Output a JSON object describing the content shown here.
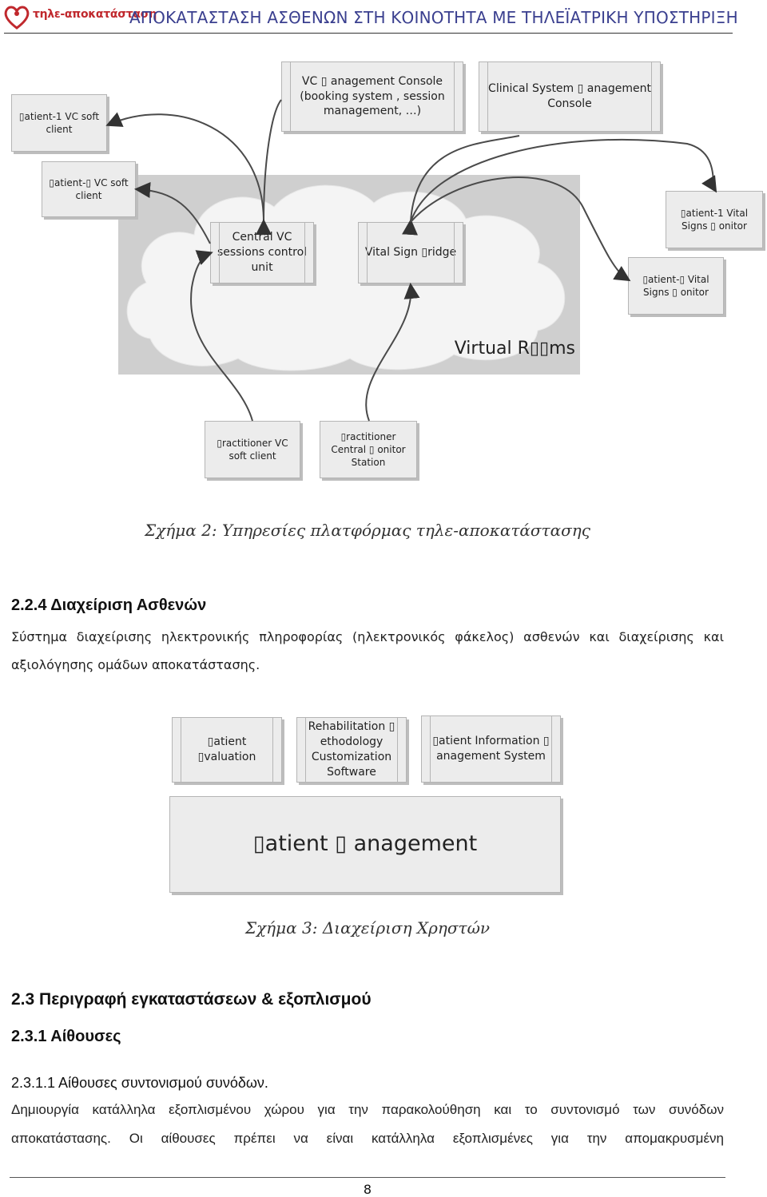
{
  "header": {
    "logo_text": "τηλε-αποκατάσταση",
    "title": "ΑΠΟΚΑΤΑΣΤΑΣΗ ΑΣΘΕΝΩΝ ΣΤΗ ΚΟΙΝΟΤΗΤΑ ΜΕ ΤΗΛΕΪΑΤΡΙΚΗ ΥΠΟΣΤΗΡΙΞΗ"
  },
  "figure2": {
    "boxes": {
      "patient1_vc": "▯atient-1 VC soft client",
      "vc_management": "VC ▯ anagement Console (booking system , session management, …)",
      "clinical_system": "Clinical System ▯ anagement Console",
      "patient_n_vc": "▯atient-▯ VC soft client",
      "central_vc": "Central VC sessions control unit",
      "vital_bridge": "Vital Sign ▯ridge",
      "patient1_vital": "▯atient-1 Vital Signs ▯ onitor",
      "patient_n_vital": "▯atient-▯ Vital Signs ▯ onitor",
      "practitioner_vc": "▯ractitioner VC soft client",
      "practitioner_central": "▯ractitioner Central ▯ onitor Station"
    },
    "virtual_rooms": "Virtual R▯▯ms",
    "caption": "Σχήμα 2: Υπηρεσίες πλατφόρμας τηλε-αποκατάστασης"
  },
  "section_224": {
    "heading": "2.2.4   Διαχείριση Ασθενών",
    "line1": "Σύστημα διαχείρισης ηλεκτρονικής πληροφορίας (ηλεκτρονικός φάκελος) ασθενών και διαχείρισης και",
    "line2": "αξιολόγησης ομάδων αποκατάστασης."
  },
  "figure3": {
    "boxes": {
      "patient_evaluation": "▯atient ▯valuation",
      "rehab_methodology": "Rehabilitation ▯ ethodology Customization Software",
      "patient_info": "▯atient Information ▯ anagement System",
      "patient_management": "▯atient ▯ anagement"
    },
    "caption": "Σχήμα 3: Διαχείριση Χρηστών"
  },
  "section_23": {
    "heading": "2.3    Περιγραφή εγκαταστάσεων & εξοπλισμού"
  },
  "section_231": {
    "heading": "2.3.1    Αίθουσες"
  },
  "section_2311": {
    "heading": "2.3.1.1      Αίθουσες συντονισμού συνόδων.",
    "line1": "Δημιουργία κατάλληλα εξοπλισμένου χώρου για την παρακολούθηση και το συντονισμό των συνόδων",
    "line2": "αποκατάστασης. Οι αίθουσες πρέπει να είναι κατάλληλα εξοπλισμένες για την απομακρυσμένη"
  },
  "footer": {
    "page_number": "8"
  }
}
